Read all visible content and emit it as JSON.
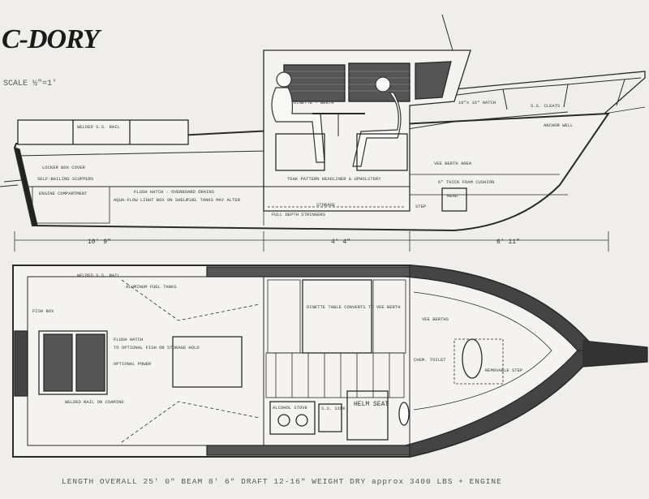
{
  "brand": {
    "logo": "C-DORY",
    "scale": "SCALE ½\"=1'"
  },
  "profile_labels": {
    "welded_rail": "WELDED S.S. RAIL",
    "dinette": "DINETTE - BERTH",
    "aft_locker": "LOCKER BOX COVER",
    "scuppers": "SELF-BAILING SCUPPERS",
    "engine": "ENGINE COMPARTMENT",
    "flush_hatch": "FLUSH HATCH - OVERBOARD DRAINS",
    "aquaflo": "AQUA-FLOW LIGHT BOX ON SHELF",
    "fuel": "FUEL TANKS MAY ALTER",
    "finish": "TEAK PATTERN HEADLINER & UPHOLSTERY",
    "vee_berth": "VEE BERTH AREA",
    "cushion": "6\" THICK FOAM CUSHION",
    "head": "HEAD",
    "step": "STEP",
    "storage": "STORAGE",
    "stringers": "FULL DEPTH STRINGERS",
    "cleats": "S.S. CLEATS",
    "anchor_well": "ANCHOR WELL",
    "hatch": "16\"x 16\" HATCH"
  },
  "dimensions": {
    "aft": "10' 9\"",
    "mid": "4' 4\"",
    "fwd": "6' 11\""
  },
  "plan_labels": {
    "welded_rail": "WELDED S.S. RAIL",
    "aluminum_tanks": "ALUMINUM FUEL TANKS",
    "fishbox": "FISH BOX",
    "flush_hatch": "FLUSH HATCH",
    "flush_hatch_note": "TO OPTIONAL FISH OR STORAGE HOLD",
    "optional_power": "OPTIONAL POWER",
    "rail_note": "WELDED RAIL ON COAMING",
    "dinette": "DINETTE TABLE CONVERTS TO VEE BERTH",
    "vee_berths": "VEE BERTHS",
    "chem_toilet": "CHEM. TOILET",
    "step_note": "REMOVABLE STEP",
    "helm_seat": "HELM SEAT",
    "stove": "ALCOHOL STOVE",
    "sink": "S.S. SINK"
  },
  "specs": "LENGTH OVERALL 25' 0\"   BEAM 8' 6\"   DRAFT 12-16\"   WEIGHT DRY approx 3400 LBS + ENGINE"
}
